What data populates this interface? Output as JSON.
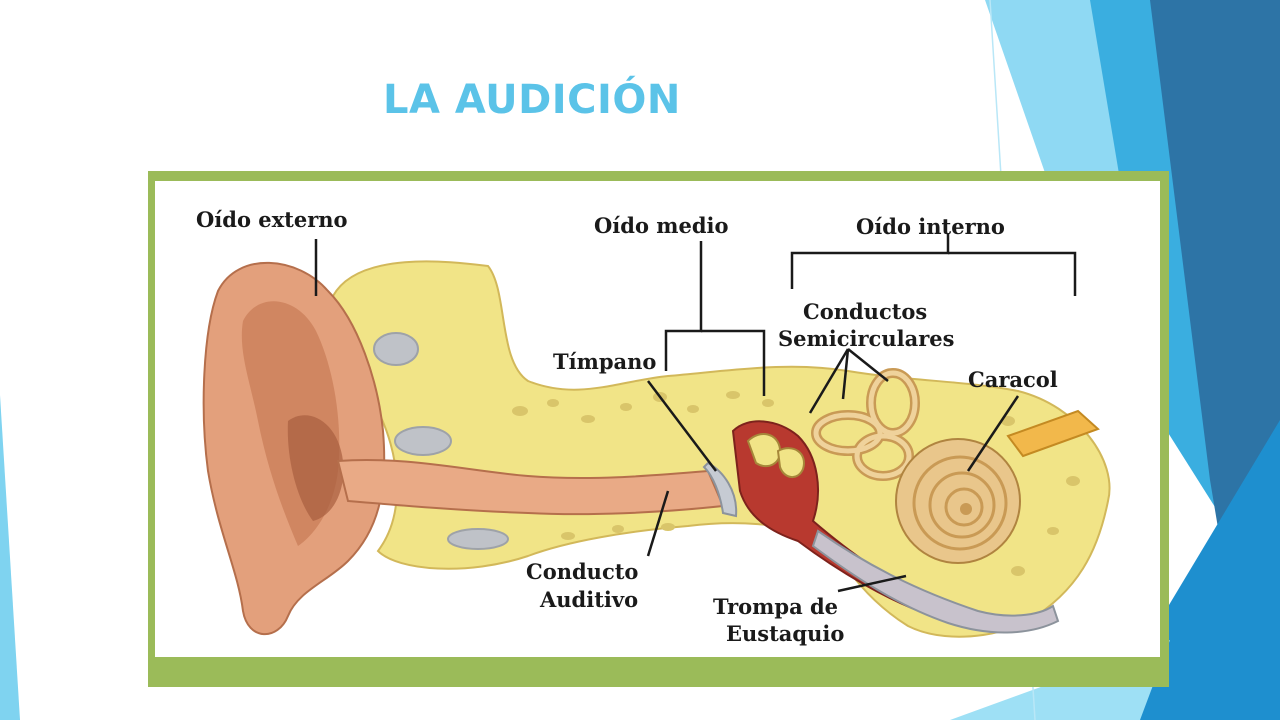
{
  "slide": {
    "title": "LA AUDICIÓN"
  },
  "diagram": {
    "labels": {
      "oido_externo": "Oído externo",
      "oido_medio": "Oído medio",
      "oido_interno": "Oído interno",
      "conductos_1": "Conductos",
      "conductos_2": "Semicirculares",
      "timpano": "Tímpano",
      "caracol": "Caracol",
      "conducto_1": "Conducto",
      "conducto_2": "Auditivo",
      "trompa_1": "Trompa de",
      "trompa_2": "Eustaquio"
    }
  },
  "colors": {
    "title": "#5bc3e8",
    "frame": "#9bbb59",
    "skin": "#e3a07c",
    "bone": "#f1e487",
    "cochlea": "#e9c68b",
    "middle_ear": "#b8392f",
    "accent_blue": "#1e8fcf"
  }
}
